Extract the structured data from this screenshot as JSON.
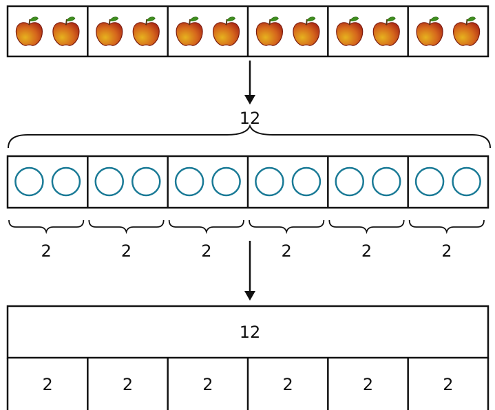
{
  "top_row": {
    "cell_count": 6,
    "items_per_cell": 2,
    "item_icon": "apple-icon"
  },
  "middle_total_label": "12",
  "circle_row": {
    "cell_count": 6,
    "items_per_cell": 2,
    "item_icon": "circle-icon",
    "stroke_color": "#1a7a96"
  },
  "group_labels": [
    "2",
    "2",
    "2",
    "2",
    "2",
    "2"
  ],
  "tape": {
    "total_label": "12",
    "part_labels": [
      "2",
      "2",
      "2",
      "2",
      "2",
      "2"
    ]
  },
  "colors": {
    "outline": "#111111",
    "apple_red": "#c8321a",
    "apple_yellow": "#e2a21a",
    "leaf": "#3f8f1f"
  }
}
